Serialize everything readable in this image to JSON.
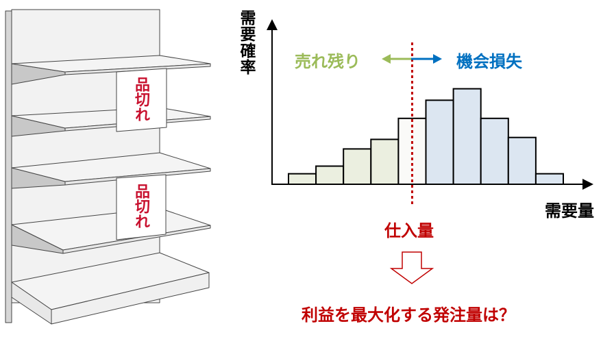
{
  "shelf": {
    "sign_top": "品切れ",
    "sign_bottom": "品切れ"
  },
  "colors": {
    "overstock": "#9bbb59",
    "lost_opportunity": "#0070c0",
    "order_qty": "#c00000",
    "overstock_fill": "#ebefe0",
    "boundary_fill": "#fafaf8",
    "lost_fill": "#dce6f1"
  },
  "labels": {
    "y_axis": "需要確率",
    "x_axis": "需要量",
    "overstock": "売れ残り",
    "lost_opportunity": "機会損失",
    "order_qty": "仕入量",
    "question": "利益を最大化する発注量は？"
  },
  "chart_data": {
    "type": "bar",
    "title": "",
    "xlabel": "需要量",
    "ylabel": "需要確率",
    "values": [
      1.1,
      1.9,
      3.7,
      4.7,
      6.9,
      8.8,
      10,
      6.9,
      4.9,
      1.1
    ],
    "regions": [
      "overstock",
      "overstock",
      "overstock",
      "overstock",
      "boundary",
      "lost",
      "lost",
      "lost",
      "lost",
      "lost"
    ],
    "order_quantity_position": 4.5,
    "ylim": [
      0,
      17
    ],
    "grid": false
  }
}
